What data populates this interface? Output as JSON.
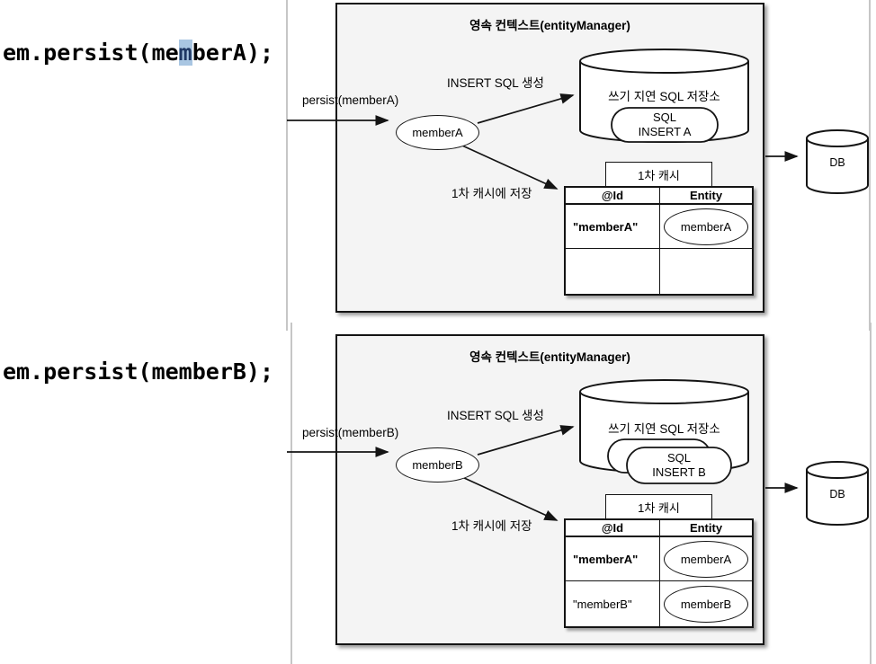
{
  "code_lines": [
    {
      "pre": "em.persist(me",
      "highlight": "m",
      "post": "berA);"
    },
    {
      "pre": "em.persist(memberB);",
      "highlight": "",
      "post": ""
    }
  ],
  "colors": {
    "code_highlight_bg": "#a9c6e2",
    "code_highlight_text": "#1f3864",
    "context_box_fill": "#f4f4f4",
    "line_color": "#141414"
  },
  "diagrams": [
    {
      "title": "영속 컨텍스트(entityManager)",
      "persist_label": "persist(memberA)",
      "insert_sql_label": "INSERT SQL 생성",
      "entity_name": "memberA",
      "sql_store_title": "쓰기 지연 SQL 저장소",
      "sql_item": {
        "line1": "SQL",
        "line2": "INSERT A"
      },
      "cache_title": "1차 캐시",
      "cache_save_label": "1차 캐시에 저장",
      "table": {
        "headers": [
          "@Id",
          "Entity"
        ],
        "rows": [
          {
            "id": "\"memberA\"",
            "entity": "memberA"
          },
          {
            "id": "",
            "entity": ""
          }
        ]
      },
      "db_label": "DB"
    },
    {
      "title": "영속 컨텍스트(entityManager)",
      "persist_label": "persist(memberB)",
      "insert_sql_label": "INSERT SQL 생성",
      "entity_name": "memberB",
      "sql_store_title": "쓰기 지연 SQL 저장소",
      "sql_item": {
        "line1": "SQL",
        "line2": "INSERT B"
      },
      "cache_title": "1차 캐시",
      "cache_save_label": "1차 캐시에 저장",
      "table": {
        "headers": [
          "@Id",
          "Entity"
        ],
        "rows": [
          {
            "id": "\"memberA\"",
            "entity": "memberA"
          },
          {
            "id": "\"memberB\"",
            "entity": "memberB"
          }
        ]
      },
      "db_label": "DB"
    }
  ]
}
